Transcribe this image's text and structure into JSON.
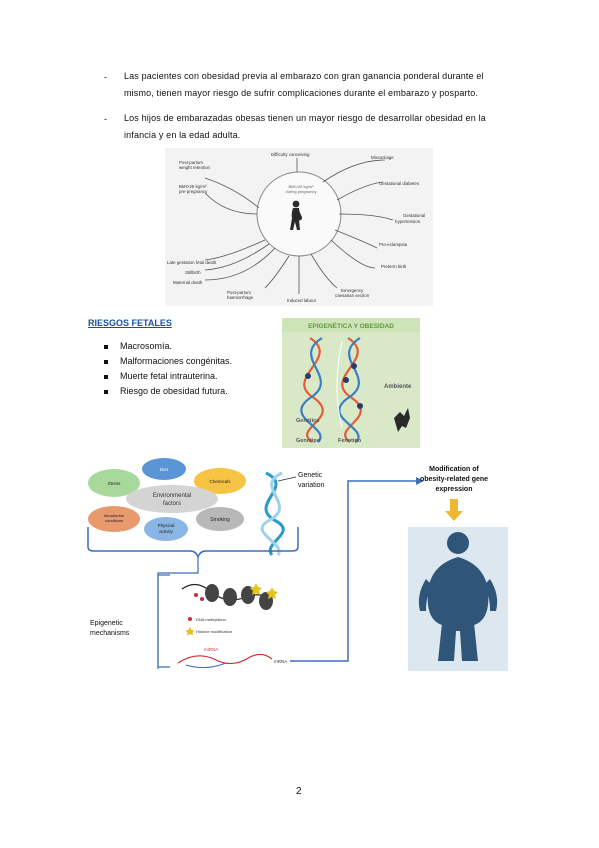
{
  "bullets": [
    {
      "dash": "-",
      "lines": [
        "Las pacientes con obesidad previa al embarazo con gran ganancia ponderal durante el",
        "mismo, tienen mayor riesgo de sufrir complicaciones durante el embarazo y posparto."
      ]
    },
    {
      "dash": "-",
      "lines": [
        "Los hijos de embarazadas obesas tienen un mayor riesgo de desarrollar obesidad en la",
        "infancia y en la edad adulta."
      ]
    }
  ],
  "pregnancy_diagram": {
    "center": [
      "BMI>25 kg/m²",
      "during pregnancy"
    ],
    "left_top": [
      "Post-partum",
      "weight retention"
    ],
    "left_mid": [
      "BMI>25 kg/m²",
      "pre-pregnancy"
    ],
    "top": "Difficulty conceiving",
    "right": [
      "Miscarriage",
      "Gestational diabetes",
      "Gestational",
      "hypertension",
      "Pre-eclampsia",
      "Preterm birth"
    ],
    "bottom_left": [
      "Late gestation fetal death",
      "Stillbirth",
      "Maternal death"
    ],
    "bottom": [
      "Post-partum",
      "haemorrhage",
      "Induced labour",
      "Emergency",
      "caesarian section"
    ]
  },
  "fetal_risks": {
    "heading": "RIESGOS FETALES",
    "items": [
      "Macrosomía.",
      "Malformaciones congénitas.",
      "Muerte fetal intrauterina.",
      "Riesgo de obesidad futura."
    ]
  },
  "epigenetic_image": {
    "title": "EPIGENÉTICA Y OBESIDAD",
    "labels": [
      "Ambiente",
      "Genética",
      "Genotipo",
      "Fenotipo"
    ]
  },
  "mechanism_diagram": {
    "factors": [
      "Stress",
      "Diet",
      "Chemicals",
      "Environmental",
      "factors",
      "Intrauterine",
      "conditions",
      "Physical",
      "activity",
      "Smoking"
    ],
    "genetic_variation": [
      "Genetic",
      "variation"
    ],
    "epigenetic_mechanisms": [
      "Epigenetic",
      "mechanisms"
    ],
    "dna_methylation": "DNA methylation",
    "histone_modification": "Histone modification",
    "mirna": "miRNA",
    "mrna": "mRNA",
    "modification": [
      "Modification of",
      "obesity-related gene",
      "expression"
    ]
  },
  "page_number": "2",
  "colors": {
    "heading": "#1f4e9a",
    "body_silhouette": "#2f5679",
    "panel": "#dde7f0",
    "arrow": "#3b6fb6",
    "yellow_arrow": "#f0b730"
  }
}
